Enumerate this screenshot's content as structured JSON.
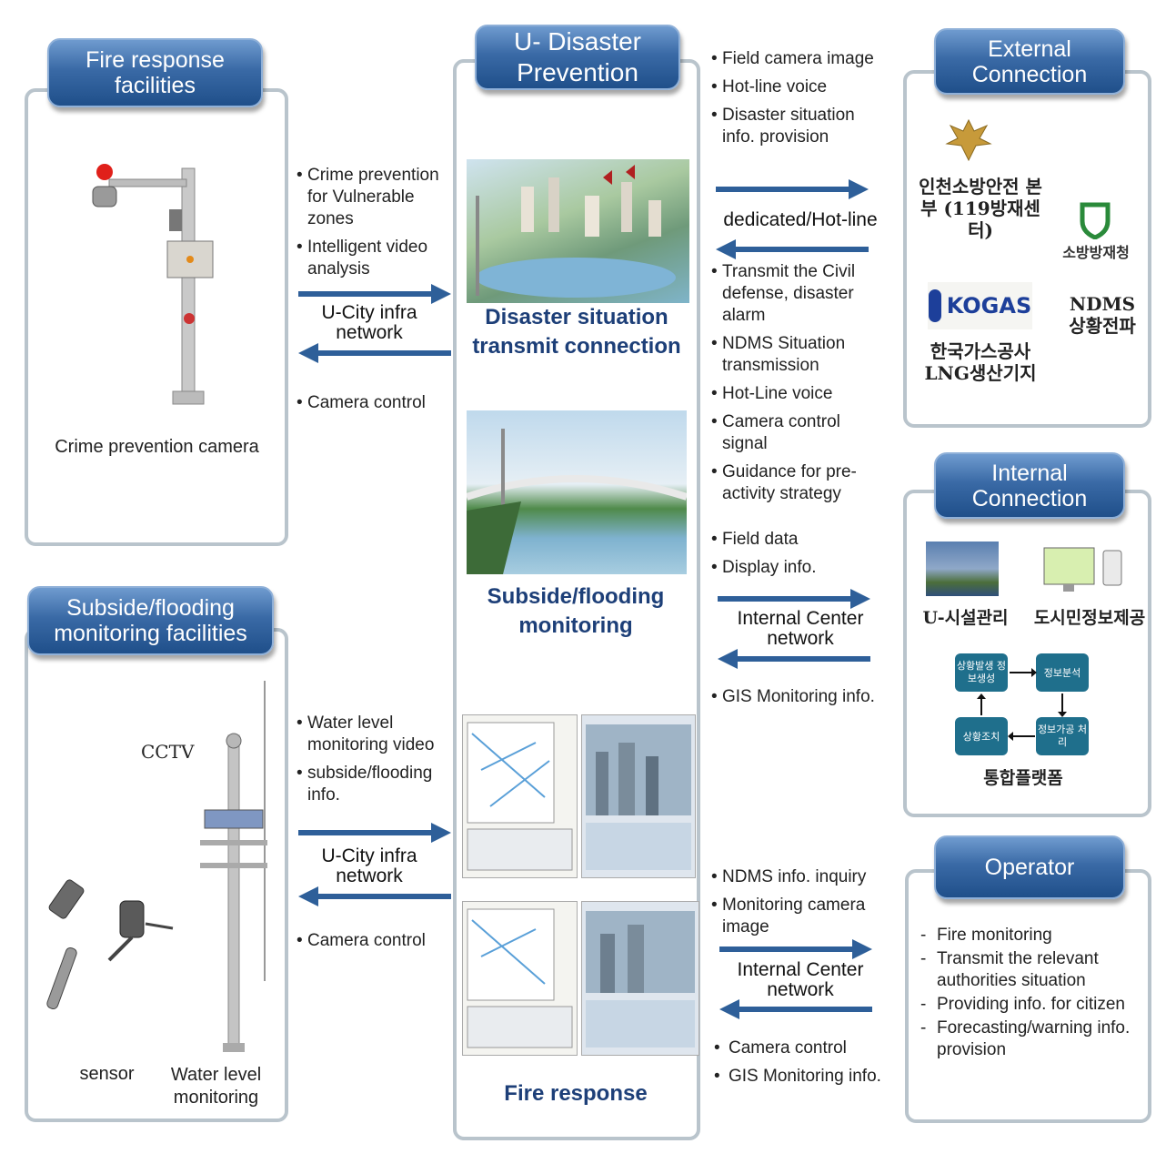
{
  "tabs": {
    "fire_facilities": "Fire response facilities",
    "u_disaster": "U- Disaster Prevention",
    "external": "External Connection",
    "internal": "Internal Connection",
    "subside": "Subside/flooding monitoring facilities",
    "operator": "Operator"
  },
  "left_top": {
    "bullets": [
      "Crime prevention for Vulnerable zones",
      "Intelligent video analysis"
    ],
    "network": "U-City infra network",
    "control": "Camera control",
    "caption": "Crime prevention camera"
  },
  "left_bottom": {
    "bullets": [
      "Water level monitoring video",
      "subside/flooding info."
    ],
    "network": "U-City infra network",
    "control": "Camera control",
    "cctv": "CCTV",
    "sensor": "sensor",
    "water_level": "Water level monitoring"
  },
  "center": {
    "disaster_transmit": "Disaster situation transmit connection",
    "subside_monitoring": "Subside/flooding monitoring",
    "fire_response": "Fire response"
  },
  "right_top": {
    "bullets_top": [
      "Field camera image",
      "Hot-line voice",
      "Disaster situation info. provision"
    ],
    "network": "dedicated/Hot-line",
    "bullets_bottom": [
      "Transmit the Civil defense, disaster alarm",
      "NDMS Situation transmission",
      "Hot-Line voice",
      "Camera control signal",
      "Guidance for pre-activity strategy"
    ]
  },
  "right_mid": {
    "bullets_top": [
      "Field data",
      "Display info."
    ],
    "network": "Internal Center network",
    "bullets_bottom": [
      "GIS Monitoring info."
    ]
  },
  "right_bottom": {
    "bullets_top": [
      "NDMS info. inquiry",
      "Monitoring camera image"
    ],
    "network": "Internal Center network",
    "bullets_bottom": [
      "Camera control",
      "GIS Monitoring info."
    ]
  },
  "external": {
    "incheon": "인천소방안전 본부 (119방재센터)",
    "nema": "소방방재청",
    "kogas_logo": "KOGAS",
    "kogas": "한국가스공사 LNG생산기지",
    "ndms": "NDMS 상황전파"
  },
  "internal": {
    "u_facility": "U-시설관리",
    "citizen_info": "도시민정보제공",
    "flow_1": "상황발생 정보생성",
    "flow_2": "정보분석",
    "flow_3": "정보가공 처리",
    "flow_4": "상황조치",
    "platform": "통합플랫폼"
  },
  "operator": {
    "items": [
      "Fire monitoring",
      "Transmit the relevant authorities situation",
      "Providing info. for citizen",
      "Forecasting/warning info. provision"
    ]
  },
  "colors": {
    "arrow": "#2e5f99",
    "tab_dark": "#1f4f8a",
    "tab_light": "#6f9bcf",
    "panel_border": "#b9c4cc",
    "label_blue": "#1d3f78"
  }
}
